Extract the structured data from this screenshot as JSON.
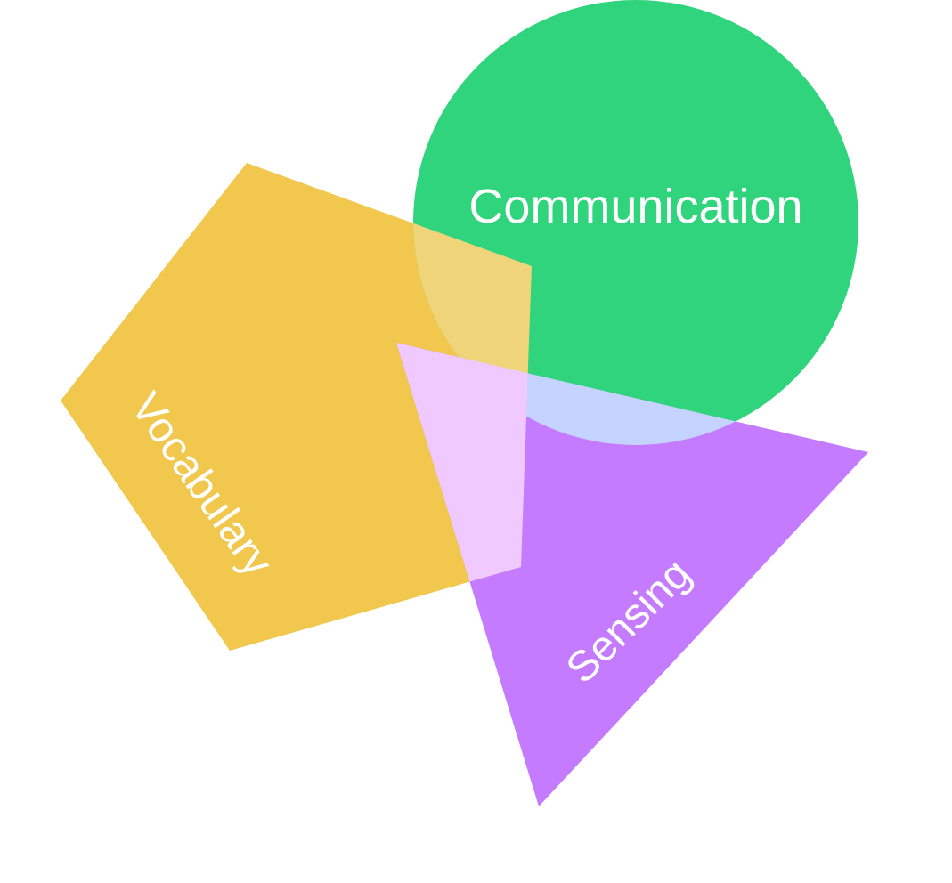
{
  "diagram": {
    "background": "#ffffff",
    "shapes": {
      "vocabulary": {
        "label": "Vocabulary",
        "color": "#f1c84d",
        "shape": "pentagon"
      },
      "communication": {
        "label": "Communication",
        "color": "#2fd47d",
        "shape": "circle"
      },
      "sensing": {
        "label": "Sensing",
        "color": "#c47bff",
        "shape": "triangle"
      }
    },
    "overlaps": {
      "vocabulary_communication": "#f0d47a",
      "communication_sensing": "#c4d3ff",
      "vocabulary_sensing": "#efc9ff"
    }
  }
}
